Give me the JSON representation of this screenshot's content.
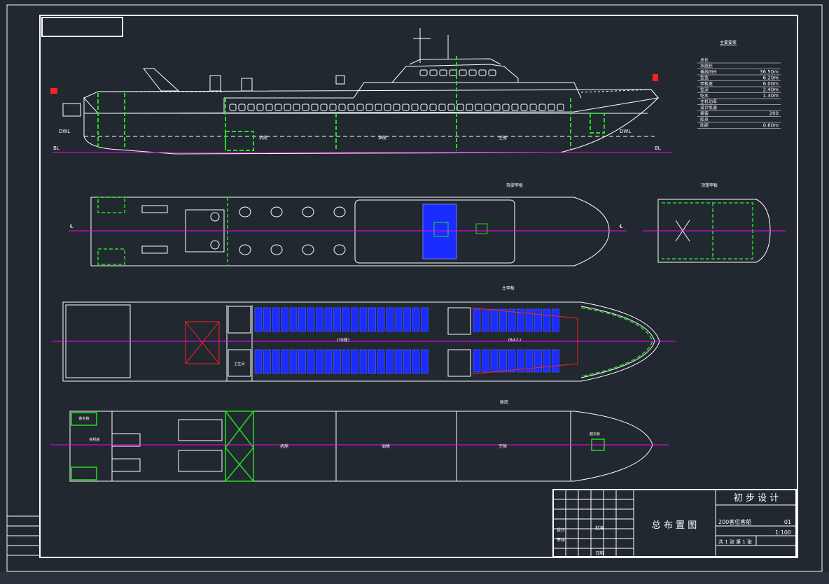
{
  "colors": {
    "background": "#212830",
    "line": "#ffffff",
    "centerline": "#ff00ff",
    "bulkhead": "#22dd22",
    "seats": "#1a2cff",
    "fittings": "#ff2020"
  },
  "drawing": {
    "view_main_deck": "主甲板",
    "view_bridge_deck": "驾驶甲板",
    "view_top_deck": "顶篷甲板",
    "view_hold": "舱底",
    "label_bl": "BL",
    "label_dwl": "DWL",
    "label_cl": "℄",
    "label_seats_1": "(38座)",
    "label_seats_2": "(84人)",
    "label_forepeak": "艏尖舱",
    "label_aft_tank": "舵机舱",
    "label_engine": "机舱",
    "label_fuel": "油舱",
    "label_void": "空舱",
    "label_toilet": "卫生间",
    "label_raft": "救生筏"
  },
  "particulars": {
    "title": "主要要素",
    "rows": [
      {
        "label": "总长",
        "value": ""
      },
      {
        "label": "水线长",
        "value": ""
      },
      {
        "label": "垂线间长",
        "value": "36.50m"
      },
      {
        "label": "型宽",
        "value": "6.20m"
      },
      {
        "label": "甲板宽",
        "value": "6.00m"
      },
      {
        "label": "型深",
        "value": "2.40m"
      },
      {
        "label": "吃水",
        "value": "1.30m"
      },
      {
        "label": "主机功率",
        "value": ""
      },
      {
        "label": "设计航速",
        "value": ""
      },
      {
        "label": "乘客",
        "value": "200"
      },
      {
        "label": "船员",
        "value": ""
      },
      {
        "label": "肋距",
        "value": "0.60m"
      }
    ]
  },
  "title_block": {
    "stage": "初 步 设 计",
    "drawing_name": "总 布 置 图",
    "vessel_name": "200客位客船",
    "drawing_no": "01",
    "scale": "1:100",
    "sheets": "共 1 张 第 1 张",
    "designed": "设计",
    "checked": "审核",
    "approved": "批准",
    "date": "日期"
  }
}
